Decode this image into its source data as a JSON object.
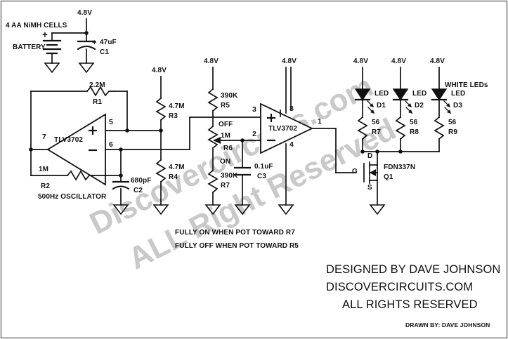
{
  "sheet": {
    "border": true,
    "background": "#ffffff",
    "ink": "#111111"
  },
  "watermark": {
    "line1": "Discovercircuits.com",
    "line2": "ALL Right Reserved",
    "color": "#c9c9c9"
  },
  "power": {
    "source_label": "4 AA NiMH CELLS",
    "battery_label": "BATTERY",
    "battery_polarity": "+",
    "rail_voltage": "4.8V",
    "rails": [
      "4.8V",
      "4.8V",
      "4.8V",
      "4.8V",
      "4.8V",
      "4.8V",
      "4.8V"
    ]
  },
  "components": {
    "c1": {
      "value": "47uF",
      "ref": "C1",
      "polarity": "+"
    },
    "c2": {
      "value": "680pF",
      "ref": "C2"
    },
    "c3": {
      "value": "0.1uF",
      "ref": "C3"
    },
    "r1": {
      "value": "2.2M",
      "ref": "R1"
    },
    "r2": {
      "value": "1M",
      "ref": "R2"
    },
    "r3": {
      "value": "4.7M",
      "ref": "R3"
    },
    "r4": {
      "value": "4.7M",
      "ref": "R4"
    },
    "r5": {
      "value": "390K",
      "ref": "R5"
    },
    "r6": {
      "value": "1M",
      "ref": "R6",
      "top_label": "OFF",
      "bottom_label": "ON"
    },
    "r7_pot": {
      "value": "390K",
      "ref": "R7"
    },
    "r7_led": {
      "value": "56",
      "ref": "R7"
    },
    "r8": {
      "value": "56",
      "ref": "R8"
    },
    "r9": {
      "value": "56",
      "ref": "R9"
    },
    "d1": {
      "type": "LED",
      "ref": "D1"
    },
    "d2": {
      "type": "LED",
      "ref": "D2"
    },
    "d3": {
      "type": "LED",
      "ref": "D3"
    },
    "q1": {
      "part": "FDN337N",
      "ref": "Q1",
      "gate": "G",
      "drain": "D",
      "source": "S"
    },
    "u1a": {
      "part": "TLV3702",
      "pins": {
        "out": "7",
        "plus": "5",
        "minus": "6"
      }
    },
    "u1b": {
      "part": "TLV3702",
      "pins": {
        "plus": "3",
        "minus": "2",
        "vcc": "8",
        "gnd": "4",
        "out": "1"
      }
    }
  },
  "annotations": {
    "oscillator": "500Hz OSCILLATOR",
    "white_leds": "WHITE LEDs",
    "note_on": "FULLY ON WHEN POT TOWARD R7",
    "note_off": "FULLY OFF WHEN POT TOWARD R5"
  },
  "credits": {
    "designed": "DESIGNED BY DAVE JOHNSON",
    "site": "DISCOVERCIRCUITS.COM",
    "rights": "ALL RIGHTS RESERVED",
    "drawn": "DRAWN BY:  DAVE JOHNSON"
  }
}
